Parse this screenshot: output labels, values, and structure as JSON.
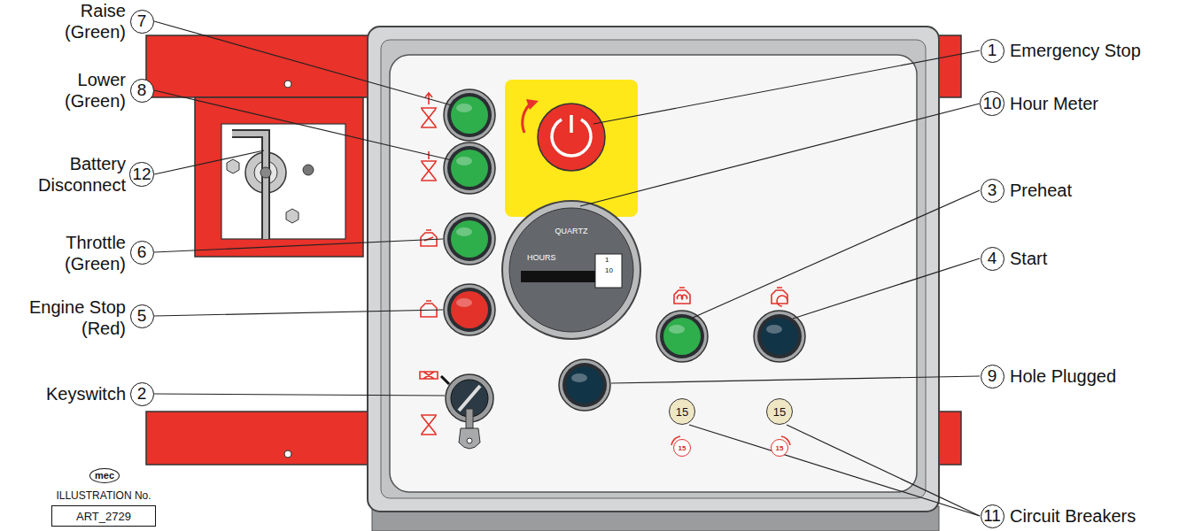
{
  "diagram": {
    "nodes": [
      {
        "text": [
          "7"
        ]
      },
      {
        "text": [
          "8"
        ]
      },
      {
        "text": [
          "12"
        ]
      },
      {
        "text": [
          "6"
        ]
      },
      {
        "text": [
          "5"
        ]
      },
      {
        "text": [
          "2"
        ]
      },
      {
        "text": [
          "1"
        ]
      },
      {
        "text": [
          "10"
        ]
      },
      {
        "text": [
          "3"
        ]
      },
      {
        "text": [
          "4"
        ]
      },
      {
        "text": [
          "9"
        ]
      },
      {
        "text": [
          "11"
        ]
      },
      {
        "text": [
          "QUARTZ",
          "HOURS",
          "1",
          "10"
        ]
      },
      {
        "text": [
          "15"
        ]
      },
      {
        "text": [
          "15"
        ]
      },
      {
        "text": [
          "15"
        ]
      },
      {
        "text": [
          "15"
        ]
      },
      {
        "text": [
          "ART_2729"
        ]
      }
    ],
    "labels": [
      "Raise (Green)",
      "Lower (Green)",
      "Battery Disconnect",
      "Throttle (Green)",
      "Engine Stop (Red)",
      "Keyswitch",
      "Emergency Stop",
      "Hour Meter",
      "Preheat",
      "Start",
      "Hole Plugged",
      "Circuit Breakers",
      "ILLUSTRATION No.",
      "mec"
    ]
  }
}
